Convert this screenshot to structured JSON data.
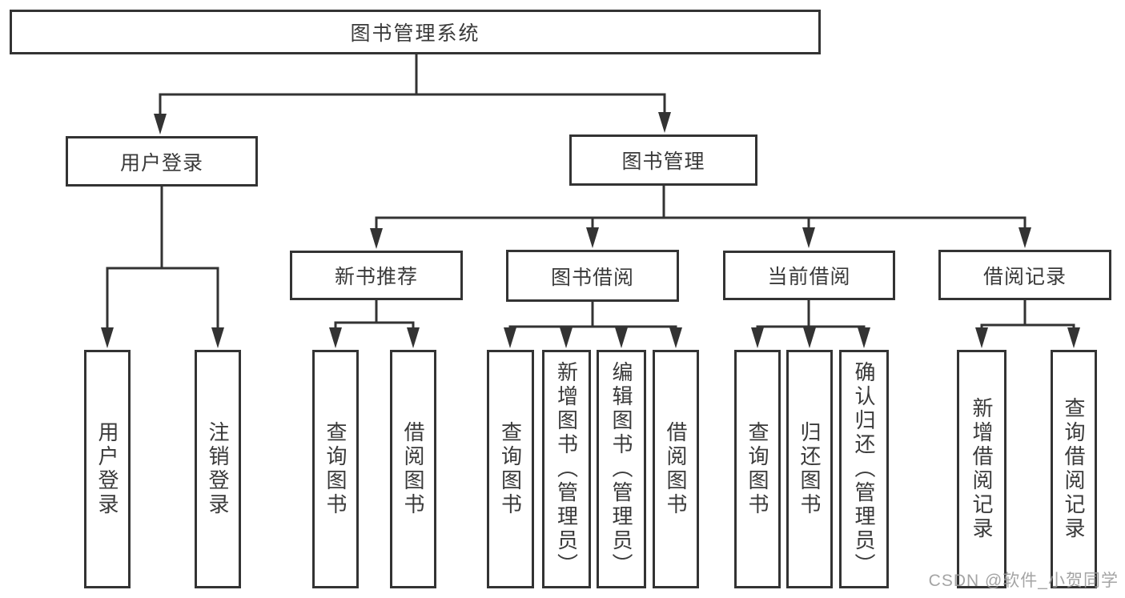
{
  "title": "图书管理系统",
  "tree": {
    "root": {
      "label": "图书管理系统"
    },
    "user_login": {
      "label": "用户登录",
      "children": [
        {
          "label": "用户登录"
        },
        {
          "label": "注销登录"
        }
      ]
    },
    "book_management": {
      "label": "图书管理",
      "sections": [
        {
          "label": "新书推荐",
          "children": [
            {
              "label": "查询图书"
            },
            {
              "label": "借阅图书"
            }
          ]
        },
        {
          "label": "图书借阅",
          "children": [
            {
              "label": "查询图书"
            },
            {
              "label": "新增图书（管理员）"
            },
            {
              "label": "编辑图书（管理员）"
            },
            {
              "label": "借阅图书"
            }
          ]
        },
        {
          "label": "当前借阅",
          "children": [
            {
              "label": "查询图书"
            },
            {
              "label": "归还图书"
            },
            {
              "label": "确认归还（管理员）"
            }
          ]
        },
        {
          "label": "借阅记录",
          "children": [
            {
              "label": "新增借阅记录"
            },
            {
              "label": "查询借阅记录"
            }
          ]
        }
      ]
    }
  },
  "watermark": "CSDN @软件_小贺同学",
  "colors": {
    "line": "#333333",
    "box_border": "#333333",
    "text": "#3a3a3a",
    "background": "#ffffff",
    "watermark": "#9a9a9a"
  }
}
